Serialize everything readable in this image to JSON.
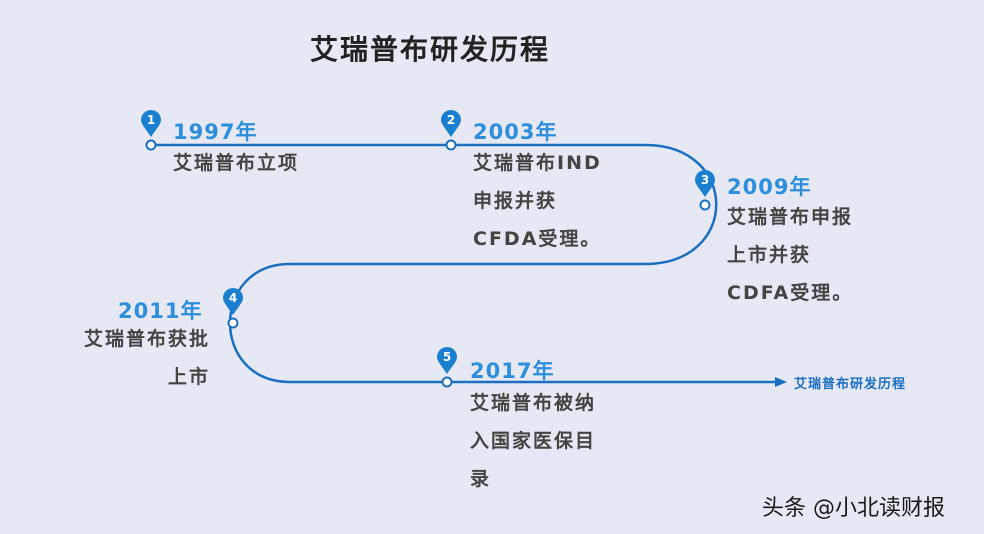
{
  "title": "艾瑞普布研发历程",
  "arrow_label": "艾瑞普布研发历程",
  "watermark": "头条 @小北读财报",
  "accent_color": "#1b6fc0",
  "year_color": "#2d8fdc",
  "milestones": [
    {
      "num": "1",
      "year": "1997年",
      "lines": [
        "艾瑞普布立项"
      ]
    },
    {
      "num": "2",
      "year": "2003年",
      "lines": [
        "艾瑞普布IND",
        "申报并获",
        "CFDA受理。"
      ]
    },
    {
      "num": "3",
      "year": "2009年",
      "lines": [
        "艾瑞普布申报",
        "上市并获",
        "CDFA受理。"
      ]
    },
    {
      "num": "4",
      "year": "2011年",
      "lines": [
        "艾瑞普布获批",
        "上市"
      ]
    },
    {
      "num": "5",
      "year": "2017年",
      "lines": [
        "艾瑞普布被纳",
        "入国家医保目",
        "录"
      ]
    }
  ]
}
